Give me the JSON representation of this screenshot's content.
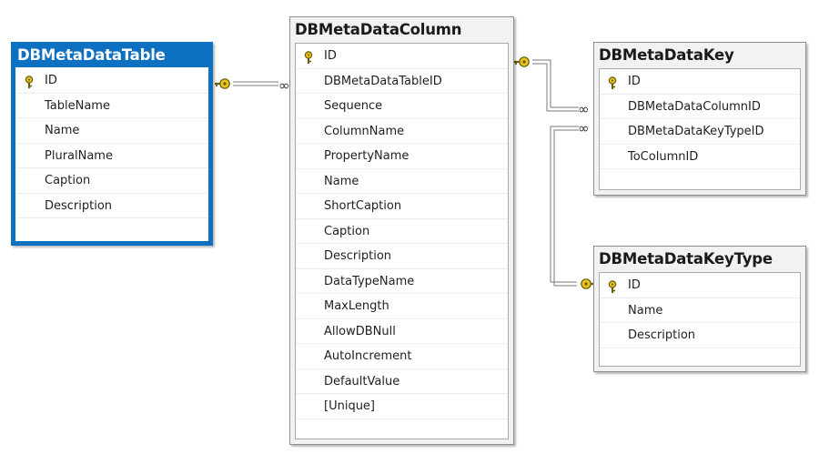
{
  "tables": [
    {
      "name": "DBMetaDataTable",
      "selected": true,
      "columns": [
        {
          "name": "ID",
          "primary_key": true
        },
        {
          "name": "TableName"
        },
        {
          "name": "Name"
        },
        {
          "name": "PluralName"
        },
        {
          "name": "Caption"
        },
        {
          "name": "Description"
        }
      ]
    },
    {
      "name": "DBMetaDataColumn",
      "selected": false,
      "columns": [
        {
          "name": "ID",
          "primary_key": true
        },
        {
          "name": "DBMetaDataTableID"
        },
        {
          "name": "Sequence"
        },
        {
          "name": "ColumnName"
        },
        {
          "name": "PropertyName"
        },
        {
          "name": "Name"
        },
        {
          "name": "ShortCaption"
        },
        {
          "name": "Caption"
        },
        {
          "name": "Description"
        },
        {
          "name": "DataTypeName"
        },
        {
          "name": "MaxLength"
        },
        {
          "name": "AllowDBNull"
        },
        {
          "name": "AutoIncrement"
        },
        {
          "name": "DefaultValue"
        },
        {
          "name": "[Unique]"
        }
      ]
    },
    {
      "name": "DBMetaDataKey",
      "selected": false,
      "columns": [
        {
          "name": "ID",
          "primary_key": true
        },
        {
          "name": "DBMetaDataColumnID"
        },
        {
          "name": "DBMetaDataKeyTypeID"
        },
        {
          "name": "ToColumnID"
        }
      ]
    },
    {
      "name": "DBMetaDataKeyType",
      "selected": false,
      "columns": [
        {
          "name": "ID",
          "primary_key": true
        },
        {
          "name": "Name"
        },
        {
          "name": "Description"
        }
      ]
    }
  ],
  "relationships": [
    {
      "from_table": "DBMetaDataTable",
      "to_table": "DBMetaDataColumn",
      "one_end": "key-icon",
      "many_end": "infinity-icon"
    },
    {
      "from_table": "DBMetaDataColumn",
      "to_table": "DBMetaDataKey",
      "one_end": "key-icon",
      "many_end": "infinity-icon"
    },
    {
      "from_table": "DBMetaDataKeyType",
      "to_table": "DBMetaDataKey",
      "one_end": "key-icon",
      "many_end": "infinity-icon"
    }
  ],
  "colors": {
    "selected_accent": "#0e70c0",
    "key_icon": "#e8c51a",
    "line": "#7a7a7a"
  }
}
